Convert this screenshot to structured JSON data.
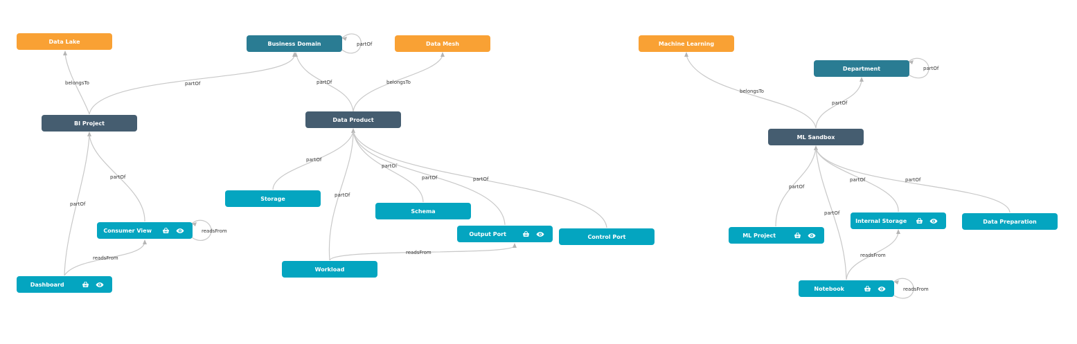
{
  "colors": {
    "orange": "#f9a134",
    "teal": "#2a7c93",
    "slate": "#455d70",
    "cyan": "#04a5c0",
    "edge": "#c8c8c8"
  },
  "nodes": {
    "data_lake": {
      "label": "Data Lake"
    },
    "business_domain": {
      "label": "Business Domain"
    },
    "data_mesh": {
      "label": "Data Mesh"
    },
    "machine_learning": {
      "label": "Machine Learning"
    },
    "department": {
      "label": "Department"
    },
    "bi_project": {
      "label": "BI Project"
    },
    "data_product": {
      "label": "Data Product"
    },
    "ml_sandbox": {
      "label": "ML Sandbox"
    },
    "storage": {
      "label": "Storage"
    },
    "schema": {
      "label": "Schema"
    },
    "output_port": {
      "label": "Output Port",
      "icons": [
        "basket-icon",
        "eye-icon"
      ]
    },
    "control_port": {
      "label": "Control Port"
    },
    "workload": {
      "label": "Workload"
    },
    "consumer_view": {
      "label": "Consumer View",
      "icons": [
        "basket-icon",
        "eye-icon"
      ]
    },
    "dashboard": {
      "label": "Dashboard",
      "icons": [
        "basket-icon",
        "eye-icon"
      ]
    },
    "ml_project": {
      "label": "ML Project",
      "icons": [
        "basket-icon",
        "eye-icon"
      ]
    },
    "internal_storage": {
      "label": "Internal Storage",
      "icons": [
        "basket-icon",
        "eye-icon"
      ]
    },
    "data_preparation": {
      "label": "Data Preparation"
    },
    "notebook": {
      "label": "Notebook",
      "icons": [
        "basket-icon",
        "eye-icon"
      ]
    }
  },
  "edges": [
    {
      "from": "bi_project",
      "to": "data_lake",
      "label": "belongsTo"
    },
    {
      "from": "bi_project",
      "to": "business_domain",
      "label": "partOf"
    },
    {
      "from": "business_domain",
      "to": "business_domain",
      "label": "partOf"
    },
    {
      "from": "data_product",
      "to": "business_domain",
      "label": "partOf"
    },
    {
      "from": "data_product",
      "to": "data_mesh",
      "label": "belongsTo"
    },
    {
      "from": "storage",
      "to": "data_product",
      "label": "partOf"
    },
    {
      "from": "workload",
      "to": "data_product",
      "label": "partOf"
    },
    {
      "from": "schema",
      "to": "data_product",
      "label": "partOf"
    },
    {
      "from": "output_port",
      "to": "data_product",
      "label": "partOf"
    },
    {
      "from": "control_port",
      "to": "data_product",
      "label": "partOf"
    },
    {
      "from": "workload",
      "to": "output_port",
      "label": "readsFrom"
    },
    {
      "from": "consumer_view",
      "to": "bi_project",
      "label": "partOf"
    },
    {
      "from": "dashboard",
      "to": "bi_project",
      "label": "partOf"
    },
    {
      "from": "dashboard",
      "to": "consumer_view",
      "label": "readsFrom"
    },
    {
      "from": "consumer_view",
      "to": "consumer_view",
      "label": "readsFrom"
    },
    {
      "from": "ml_sandbox",
      "to": "machine_learning",
      "label": "belongsTo"
    },
    {
      "from": "ml_sandbox",
      "to": "department",
      "label": "partOf"
    },
    {
      "from": "department",
      "to": "department",
      "label": "partOf"
    },
    {
      "from": "ml_project",
      "to": "ml_sandbox",
      "label": "partOf"
    },
    {
      "from": "notebook",
      "to": "ml_sandbox",
      "label": "partOf"
    },
    {
      "from": "internal_storage",
      "to": "ml_sandbox",
      "label": "partOf"
    },
    {
      "from": "data_preparation",
      "to": "ml_sandbox",
      "label": "partOf"
    },
    {
      "from": "notebook",
      "to": "internal_storage",
      "label": "readsFrom"
    },
    {
      "from": "notebook",
      "to": "notebook",
      "label": "readsFrom"
    }
  ]
}
